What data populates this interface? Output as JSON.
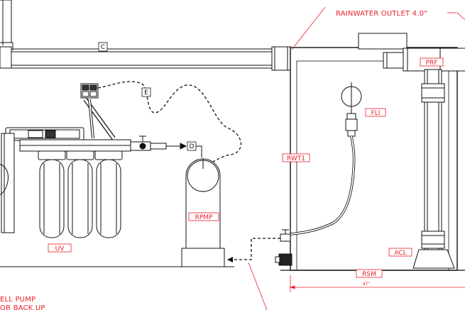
{
  "labels": {
    "rainwater_outlet": "RAINWATER OUTLET 4.0\"",
    "prf": "PRF",
    "fli": "FLI",
    "rwt1": "RWT1",
    "rpmp": "RPMP",
    "uv": "UV",
    "acl": "ACL",
    "rsm": "RSM",
    "c": "C",
    "d": "D",
    "e": "E",
    "dimension": "47\"",
    "well_pump_line1": "ELL PUMP",
    "well_pump_line2": "OR BACK UP"
  },
  "colors": {
    "line": "#111111",
    "accent": "#e8202a"
  }
}
